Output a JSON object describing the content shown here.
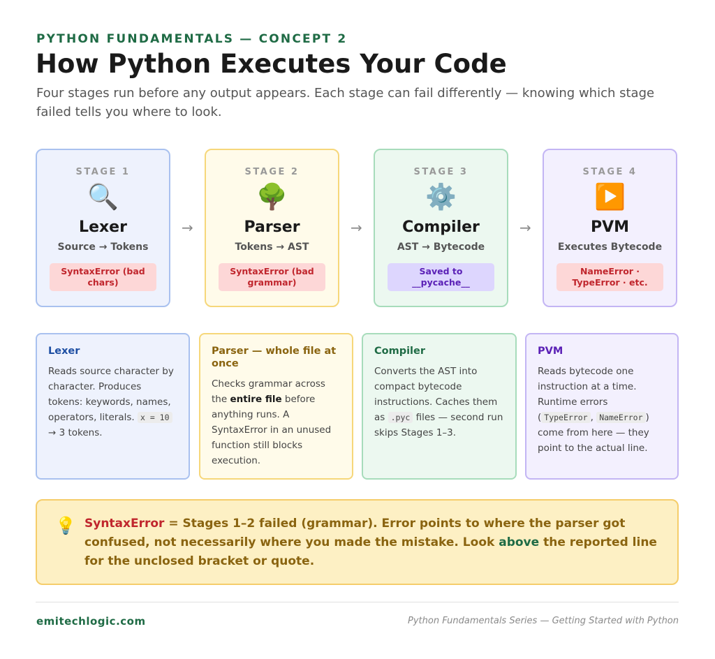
{
  "header": {
    "kicker": "PYTHON FUNDAMENTALS — CONCEPT 2",
    "title": "How Python Executes Your Code",
    "subtitle": "Four stages run before any output appears. Each stage can fail differently — knowing which stage failed tells you where to look."
  },
  "stages": [
    {
      "number": "STAGE 1",
      "icon": "magnifying-glass-icon",
      "glyph": "🔍",
      "name": "Lexer",
      "io": "Source → Tokens",
      "tag": "SyntaxError (bad chars)"
    },
    {
      "number": "STAGE 2",
      "icon": "tree-icon",
      "glyph": "🌳",
      "name": "Parser",
      "io": "Tokens → AST",
      "tag": "SyntaxError (bad grammar)"
    },
    {
      "number": "STAGE 3",
      "icon": "gear-icon",
      "glyph": "⚙️",
      "name": "Compiler",
      "io": "AST → Bytecode",
      "tag": "Saved to __pycache__"
    },
    {
      "number": "STAGE 4",
      "icon": "play-button-icon",
      "glyph": "▶️",
      "name": "PVM",
      "io": "Executes Bytecode",
      "tag": "NameError · TypeError · etc."
    }
  ],
  "arrow": "→",
  "details": [
    {
      "title": "Lexer",
      "text_a": "Reads source character by character. Produces tokens: keywords, names, operators, literals.",
      "code": "x = 10",
      "text_b": "→ 3 tokens."
    },
    {
      "title": "Parser — whole file at once",
      "text_a": "Checks grammar across the",
      "bold": "entire file",
      "text_b": "before anything runs. A SyntaxError in an unused function still blocks execution."
    },
    {
      "title": "Compiler",
      "text_a": "Converts the AST into compact bytecode instructions. Caches them as",
      "code": ".pyc",
      "text_b": "files — second run skips Stages 1–3."
    },
    {
      "title": "PVM",
      "text_a": "Reads bytecode one instruction at a time. Runtime errors (",
      "code_a": "TypeError",
      "sep": ",",
      "code_b": "NameError",
      "text_b": ") come from here — they point to the actual line."
    }
  ],
  "callout": {
    "icon": "lightbulb-icon",
    "glyph": "💡",
    "highlight": "SyntaxError",
    "text_a": "= Stages 1–2 failed (grammar). Error points to where the parser got confused, not necessarily where you made the mistake. Look",
    "emphasis": "above",
    "text_b": "the reported line for the unclosed bracket or quote."
  },
  "footer": {
    "site": "emitechlogic.com",
    "series": "Python Fundamentals Series — Getting Started with Python"
  },
  "colors": {
    "stage1_bg": "#eef2fd",
    "stage1_border": "#a9c1ef",
    "stage2_bg": "#fffbea",
    "stage2_border": "#f6d77a",
    "stage3_bg": "#ecf8f0",
    "stage3_border": "#a7dcbb",
    "stage4_bg": "#f3f0fe",
    "stage4_border": "#c3b5f4",
    "lexer_title": "#1e4fa3",
    "parser_title": "#8a6410",
    "compiler_title": "#1f6b45",
    "pvm_title": "#5b21b6"
  }
}
